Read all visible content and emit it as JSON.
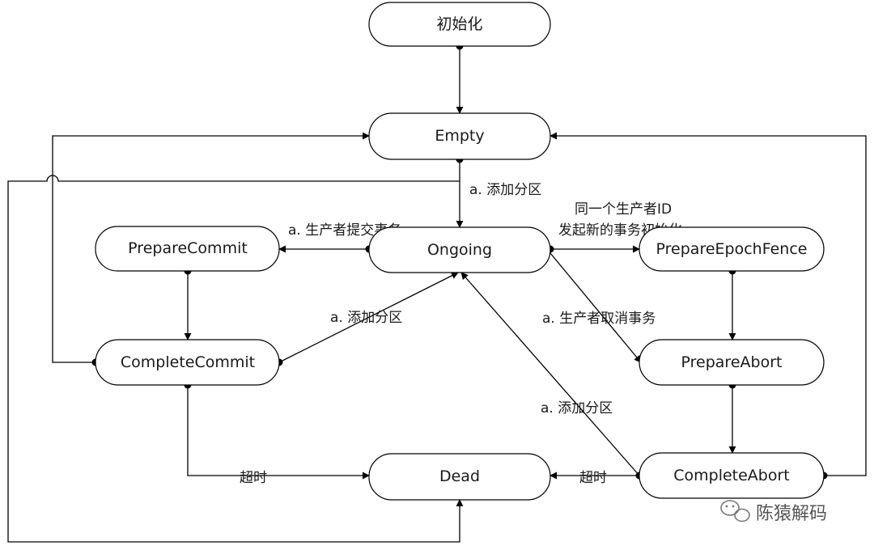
{
  "states": {
    "init": "初始化",
    "empty": "Empty",
    "ongoing": "Ongoing",
    "prepare_commit": "PrepareCommit",
    "complete_commit": "CompleteCommit",
    "prepare_epoch_fence": "PrepareEpochFence",
    "prepare_abort": "PrepareAbort",
    "complete_abort": "CompleteAbort",
    "dead": "Dead"
  },
  "edge_labels": {
    "empty_to_ongoing": "a. 添加分区",
    "ongoing_to_prepare_commit": "a. 生产者提交事务",
    "ongoing_to_epoch_fence_line1": "同一个生产者ID",
    "ongoing_to_epoch_fence_line2": "发起新的事务初始化",
    "complete_commit_to_ongoing": "a. 添加分区",
    "ongoing_to_prepare_abort": "a. 生产者取消事务",
    "complete_abort_to_ongoing": "a. 添加分区",
    "complete_commit_to_dead": "超时",
    "complete_abort_to_dead": "超时"
  },
  "watermark": {
    "text": "陈猿解码",
    "icon": "wechat-icon"
  }
}
